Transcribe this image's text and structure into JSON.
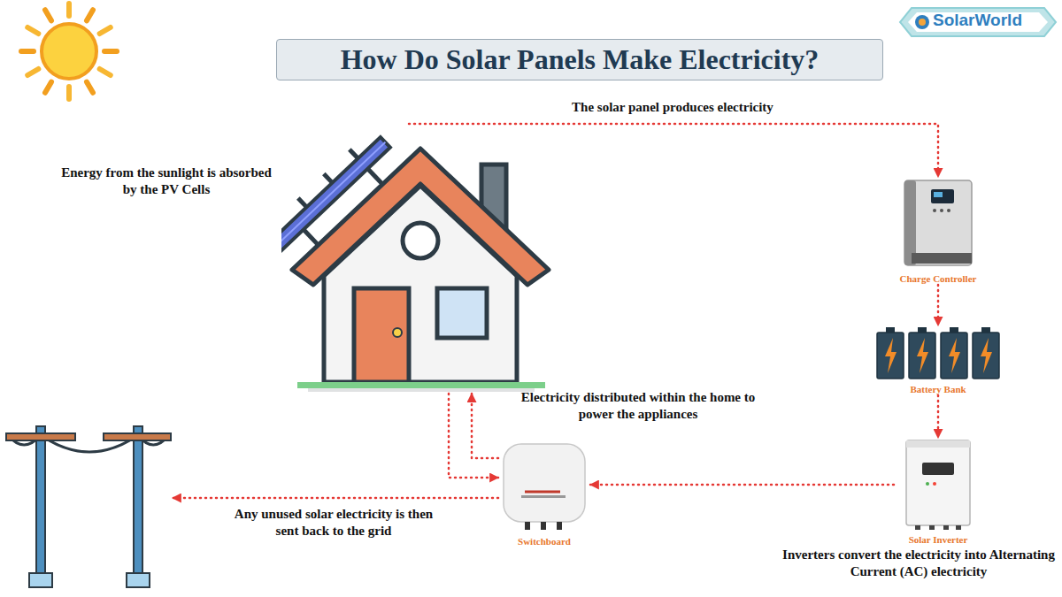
{
  "diagram": {
    "title": "How Do Solar Panels Make Electricity?",
    "nodes": [
      {
        "text": [
          "Energy from the sunlight is absorbed by the PV Cells"
        ]
      },
      {
        "text": [
          "Charge Controller"
        ]
      },
      {
        "text": [
          "Battery Bank"
        ]
      },
      {
        "text": [
          "Solar Inverter",
          "Inverters convert the electricity into Alternating Current (AC) electricity"
        ]
      },
      {
        "text": [
          "Switchboard"
        ]
      },
      {
        "text": []
      }
    ],
    "edges": [
      {
        "from": 0,
        "to": 1,
        "label": "The solar panel produces electricity",
        "arrow": "to"
      },
      {
        "from": 1,
        "to": 2,
        "arrow": "to"
      },
      {
        "from": 2,
        "to": 3,
        "arrow": "to"
      },
      {
        "from": 3,
        "to": 4,
        "arrow": "to"
      },
      {
        "from": 0,
        "to": 4,
        "arrow": "to"
      },
      {
        "from": 4,
        "to": 0,
        "label": "Electricity distributed within the home to power the appliances",
        "arrow": "to"
      },
      {
        "from": 4,
        "to": 5,
        "label": "Any unused solar electricity is then sent back to the grid",
        "arrow": "to"
      }
    ],
    "labels": [
      "SolarWorld"
    ]
  }
}
